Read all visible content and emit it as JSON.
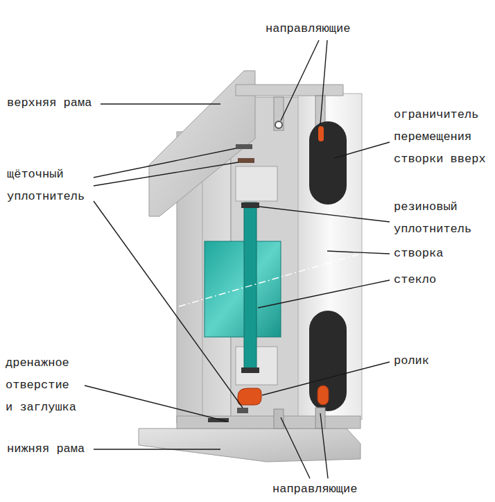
{
  "diagram": {
    "labels": [
      "направляющие",
      "верхняя рама",
      "ограничитель перемещения створки вверх",
      "щёточный уплотнитель",
      "резиновый уплотнитель",
      "створка",
      "стекло",
      "дренажное отверстие и заглушка",
      "ролик",
      "нижняя рама",
      "направляющие"
    ]
  }
}
